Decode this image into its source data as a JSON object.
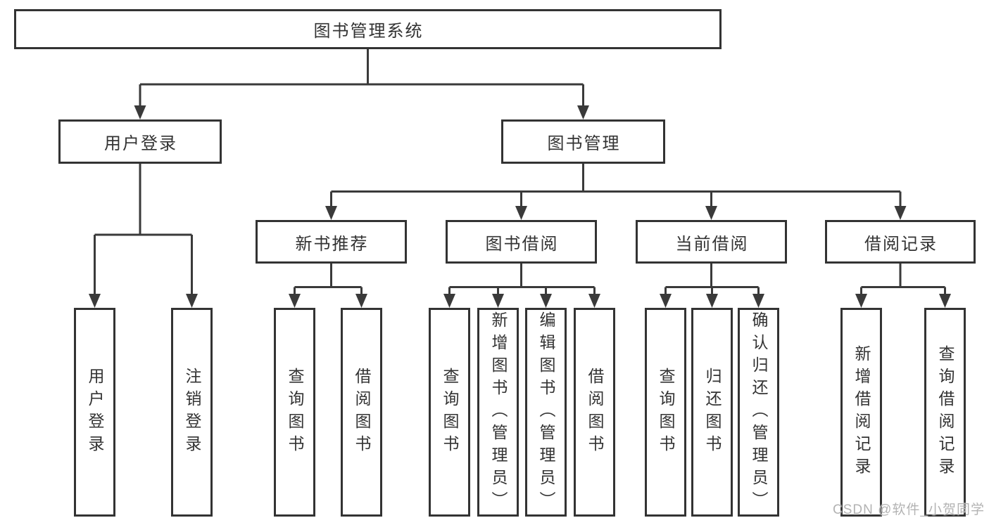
{
  "root": {
    "label": "图书管理系统"
  },
  "branches": {
    "user_login": {
      "label": "用户登录",
      "children": [
        "用户登录",
        "注销登录"
      ]
    },
    "book_management": {
      "label": "图书管理"
    },
    "new_book_recommend": {
      "label": "新书推荐",
      "children": [
        "查询图书",
        "借阅图书"
      ]
    },
    "book_borrowing": {
      "label": "图书借阅",
      "children": [
        "查询图书",
        "新增图书（管理员）",
        "编辑图书（管理员）",
        "借阅图书"
      ]
    },
    "current_borrowing": {
      "label": "当前借阅",
      "children": [
        "查询图书",
        "归还图书",
        "确认归还（管理员）"
      ]
    },
    "borrowing_records": {
      "label": "借阅记录",
      "children": [
        "新增借阅记录",
        "查询借阅记录"
      ]
    }
  },
  "watermark": {
    "text": "CSDN @软件_小贺同学"
  },
  "colors": {
    "line": "#3a3a3a",
    "text": "#333333",
    "box_border": "#333333",
    "box_background": "#ffffff",
    "watermark": "#b3b3b3",
    "background": "#ffffff"
  }
}
